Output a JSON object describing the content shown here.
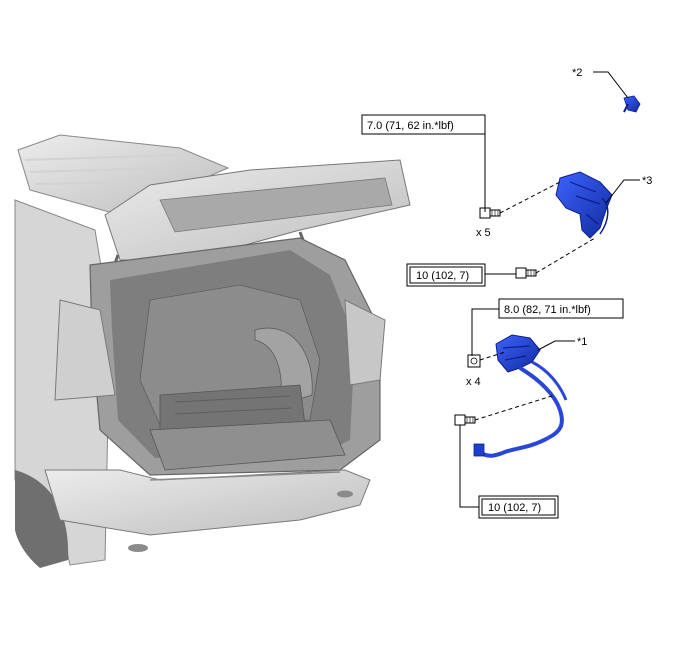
{
  "callouts": {
    "part1": "*1",
    "part2": "*2",
    "part3": "*3"
  },
  "torques": {
    "upper_bolts": "7.0 (71, 62 in.*lbf)",
    "upper_bolt_qty": "x 5",
    "upper_single": "10 (102, 7)",
    "lower_bolts": "8.0 (82, 71 in.*lbf)",
    "lower_bolt_qty": "x 4",
    "lower_single": "10 (102, 7)"
  },
  "colors": {
    "part_blue": "#1f3fd0",
    "part_blue_dark": "#0c1f8a",
    "vehicle_gray": "#b9b9b9",
    "line": "#000000"
  },
  "icons": {
    "vehicle": "suv-rear-liftgate-open-illustration",
    "bolt": "bolt-icon",
    "nut": "nut-icon"
  }
}
